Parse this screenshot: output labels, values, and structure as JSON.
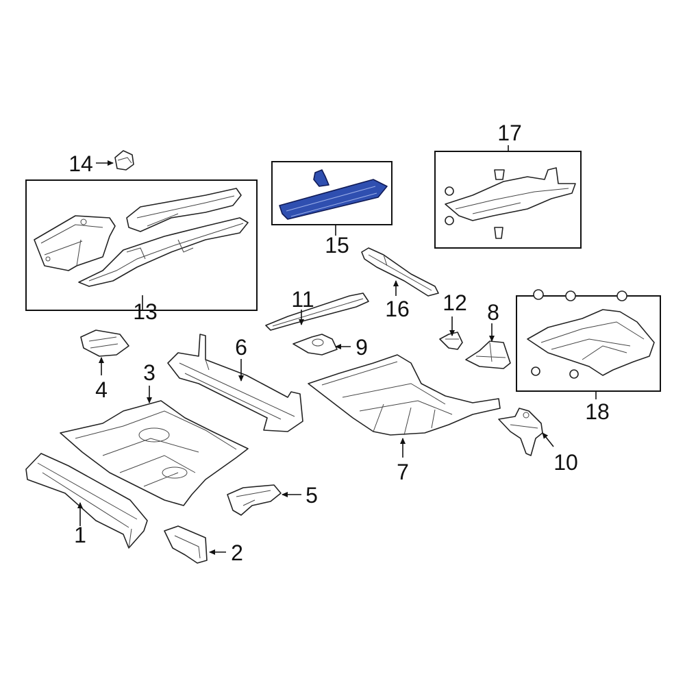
{
  "callouts": {
    "c1": "1",
    "c2": "2",
    "c3": "3",
    "c4": "4",
    "c5": "5",
    "c6": "6",
    "c7": "7",
    "c8": "8",
    "c9": "9",
    "c10": "10",
    "c11": "11",
    "c12": "12",
    "c13": "13",
    "c14": "14",
    "c15": "15",
    "c16": "16",
    "c17": "17",
    "c18": "18"
  },
  "colors": {
    "highlight": "#2f4fb0",
    "line": "#222222",
    "background": "#ffffff"
  },
  "highlighted_part": "15"
}
